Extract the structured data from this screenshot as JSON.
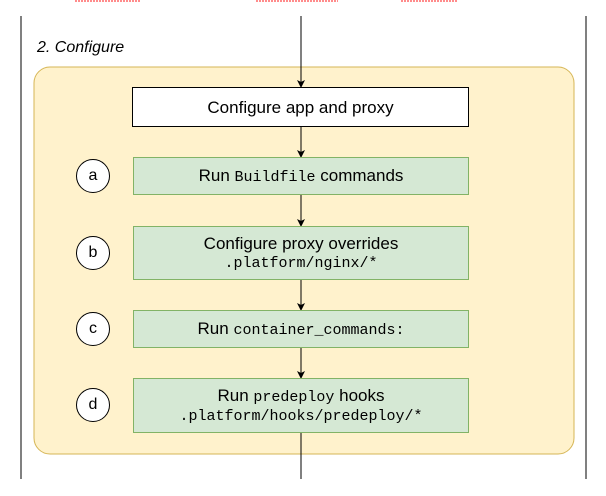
{
  "colors": {
    "page_background": "#ffffff",
    "section_fill": "#fff2cc",
    "section_stroke": "#d6b656",
    "step_fill": "#d5e8d4",
    "step_stroke": "#82b366",
    "header_box_fill": "#ffffff",
    "line_color": "#000000",
    "dashed_top_accent": "#ff6666"
  },
  "section": {
    "title": "2. Configure"
  },
  "header_step": {
    "label": "Configure app and proxy"
  },
  "steps": [
    {
      "marker": "a",
      "line1": {
        "pre": "Run ",
        "code": "Buildfile",
        "post": " commands"
      },
      "line2": ""
    },
    {
      "marker": "b",
      "line1": {
        "pre": "Configure proxy overrides",
        "code": "",
        "post": ""
      },
      "line2": ".platform/nginx/*"
    },
    {
      "marker": "c",
      "line1": {
        "pre": "Run ",
        "code": "container_commands:",
        "post": ""
      },
      "line2": ""
    },
    {
      "marker": "d",
      "line1": {
        "pre": "Run ",
        "code": "predeploy",
        "post": " hooks"
      },
      "line2": ".platform/hooks/predeploy/*"
    }
  ]
}
